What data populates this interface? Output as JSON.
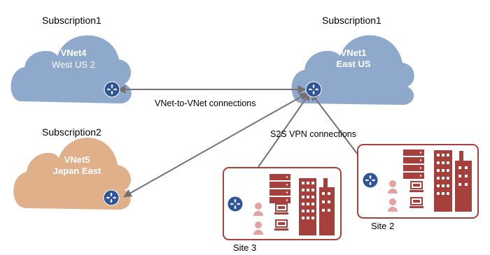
{
  "subscriptions": {
    "left_top": "Subscription1",
    "right_top": "Subscription1",
    "left_bottom": "Subscription2"
  },
  "vnets": {
    "vnet4": {
      "name": "VNet4",
      "region": "West US 2"
    },
    "vnet1": {
      "name": "VNet1",
      "region": "East US"
    },
    "vnet5": {
      "name": "VNet5",
      "region": "Japan East"
    }
  },
  "connections": {
    "vnet_to_vnet": "VNet-to-VNet connections",
    "s2s_vpn": "S2S VPN connections"
  },
  "sites": {
    "site2": "Site 2",
    "site3": "Site 3"
  },
  "colors": {
    "blue_cloud": "#8EA9CB",
    "orange_cloud": "#E0B08A",
    "site_red": "#A6403D",
    "router_blue": "#2F5597",
    "arrow_gray": "#767171"
  },
  "icons": [
    "router-icon",
    "server-rack-icon",
    "building-icon",
    "user-icon",
    "laptop-icon",
    "cloud-icon"
  ]
}
